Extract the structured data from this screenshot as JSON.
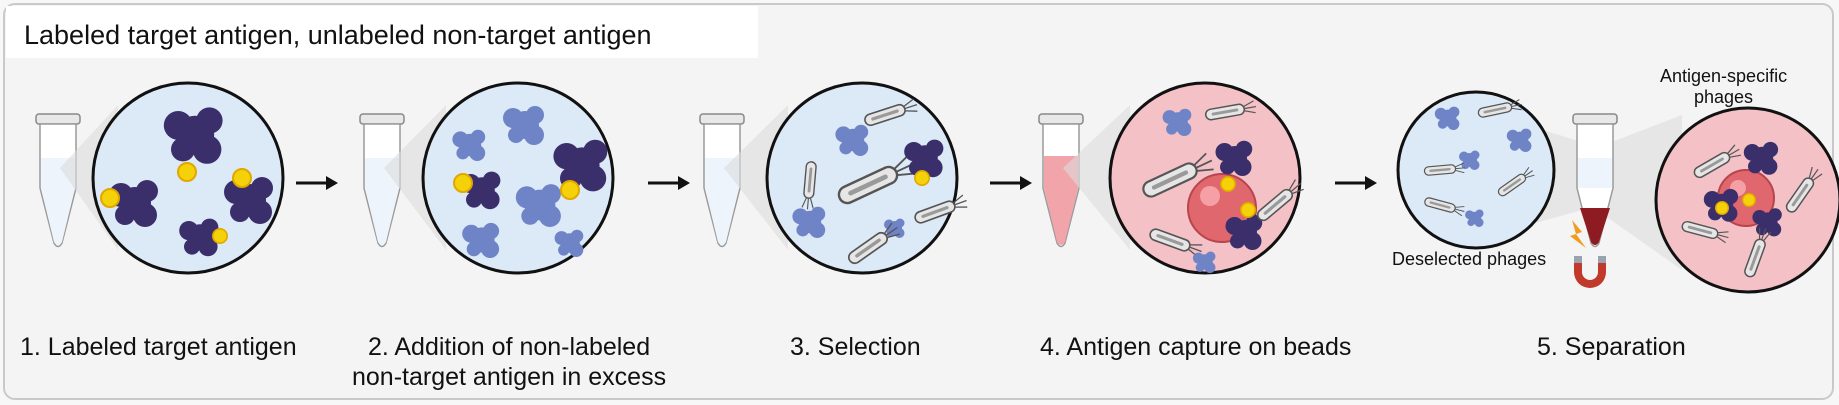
{
  "title": "Labeled target antigen, unlabeled non-target antigen",
  "steps": [
    {
      "label": "1. Labeled target antigen"
    },
    {
      "label_line1": "2. Addition of non-labeled",
      "label_line2": "non-target antigen in excess"
    },
    {
      "label": "3. Selection"
    },
    {
      "label": "4. Antigen capture on beads"
    },
    {
      "label": "5. Separation"
    }
  ],
  "annotations": {
    "deselected": "Deselected phages",
    "specific_line1": "Antigen-specific",
    "specific_line2": "phages"
  },
  "colors": {
    "labeled_antigen": "#3a2f6b",
    "unlabeled_antigen": "#6f84c6",
    "label_dot": "#f5d10a",
    "blue_bg": "#dce9f6",
    "pink_bg": "#f3c1c6",
    "bead": "#e0676e",
    "magnet": "#c0392b"
  }
}
